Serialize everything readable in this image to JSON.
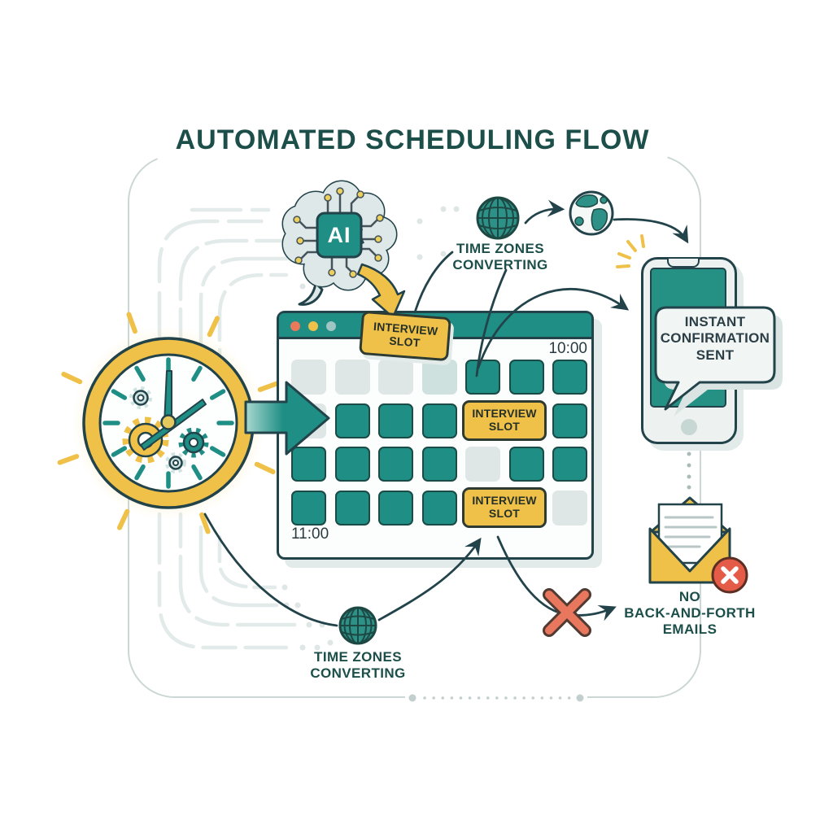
{
  "title": "AUTOMATED SCHEDULING FLOW",
  "theme": {
    "teal": "#1F8E85",
    "screen": "#259184",
    "ink": "#22434A",
    "text": "#1D4F4A",
    "yellow": "#EFC149",
    "coral": "#E8775D",
    "coral_badge": "#E45C47",
    "frame": "#CBD7D5",
    "cell_empty": "#DFE6E6",
    "cell_hint": "#CFE1DE",
    "glow": "#F6DE82",
    "brain_fill": "#DEE8E9"
  },
  "brain": {
    "chip_label": "AI"
  },
  "calendar": {
    "time_start": "10:00",
    "time_end": "11:00",
    "slot_lines": [
      "INTERVIEW",
      "SLOT"
    ],
    "grid": [
      [
        "empty",
        "empty",
        "empty",
        "hint",
        "busy",
        "busy",
        "busy"
      ],
      [
        "empty",
        "busy",
        "busy",
        "busy",
        "slot",
        "slot",
        "busy"
      ],
      [
        "busy",
        "busy",
        "busy",
        "busy",
        "empty",
        "busy",
        "busy"
      ],
      [
        "busy",
        "busy",
        "busy",
        "busy",
        "slot",
        "slot",
        "empty"
      ]
    ]
  },
  "labels": {
    "timezones_top": [
      "TIME ZONES",
      "CONVERTING"
    ],
    "timezones_bottom": [
      "TIME ZONES",
      "CONVERTING"
    ],
    "confirmation": [
      "INSTANT",
      "CONFIRMATION",
      "SENT"
    ],
    "no_emails": [
      "NO",
      "BACK-AND-FORTH",
      "EMAILS"
    ]
  },
  "icons": {
    "clock": "clock-gears-icon",
    "brain": "ai-brain-icon",
    "globe_top": "globe-wireframe-icon",
    "earth": "earth-icon",
    "phone": "smartphone-icon",
    "bubble": "speech-bubble-icon",
    "envelope": "open-envelope-icon",
    "x_badge": "cancel-x-icon",
    "flow_arrow": "flow-arrow-icon"
  }
}
